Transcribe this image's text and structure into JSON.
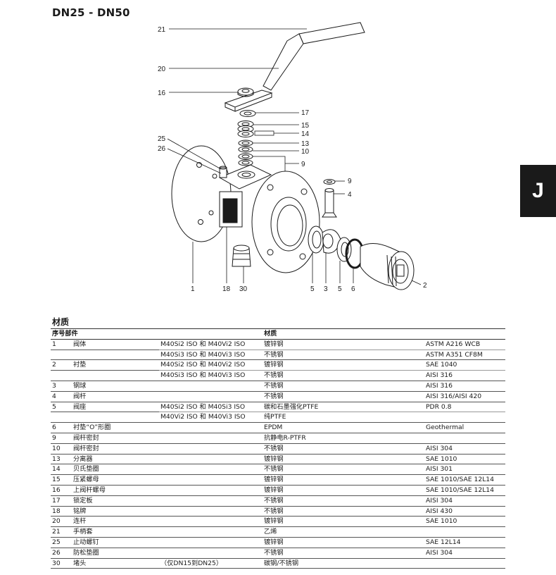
{
  "page_title": "DN25 - DN50",
  "side_tab": "J",
  "drawing_labels": {
    "l21": "21",
    "l20": "20",
    "l16": "16",
    "l17": "17",
    "l15": "15",
    "l14": "14",
    "l13": "13",
    "l10": "10",
    "l9a": "9",
    "l25": "25",
    "l26": "26",
    "l9b": "9",
    "l4": "4",
    "l1": "1",
    "l18": "18",
    "l30": "30",
    "l5a": "5",
    "l3": "3",
    "l5b": "5",
    "l6": "6",
    "l2": "2"
  },
  "materials": {
    "title": "材质",
    "headers": {
      "no_part": "序号部件",
      "material": "材质"
    },
    "rows": [
      {
        "no": "1",
        "part": "阀体",
        "variant": "M40Si2 ISO 和 M40Vi2 ISO",
        "material": "镀锌钢",
        "std": "ASTM A216 WCB"
      },
      {
        "no": "",
        "part": "",
        "variant": "M40Si3 ISO 和 M40Vi3 ISO",
        "material": "不锈钢",
        "std": "ASTM A351 CF8M"
      },
      {
        "no": "2",
        "part": "衬垫",
        "variant": "M40Si2 ISO 和 M40Vi2 ISO",
        "material": "镀锌钢",
        "std": "SAE 1040"
      },
      {
        "no": "",
        "part": "",
        "variant": "M40Si3 ISO 和 M40Vi3 ISO",
        "material": "不锈钢",
        "std": "AISI 316"
      },
      {
        "no": "3",
        "part": "钢球",
        "variant": "",
        "material": "不锈钢",
        "std": "AISI 316"
      },
      {
        "no": "4",
        "part": "阀杆",
        "variant": "",
        "material": "不锈钢",
        "std": "AISI 316/AISI 420"
      },
      {
        "no": "5",
        "part": "阀座",
        "variant": "M40Si2 ISO 和 M40Si3 ISO",
        "material": "碳和石墨强化PTFE",
        "std": "PDR 0.8"
      },
      {
        "no": "",
        "part": "",
        "variant": "M40Vi2 ISO 和 M40Vi3 ISO",
        "material": "纯PTFE",
        "std": ""
      },
      {
        "no": "6",
        "part": "衬垫“O”形圈",
        "variant": "",
        "material": "EPDM",
        "std": "Geothermal"
      },
      {
        "no": "9",
        "part": "阀杆密封",
        "variant": "",
        "material": "抗静电R-PTFR",
        "std": ""
      },
      {
        "no": "10",
        "part": "阀杆密封",
        "variant": "",
        "material": "不锈钢",
        "std": "AISI 304"
      },
      {
        "no": "13",
        "part": "分离器",
        "variant": "",
        "material": "镀锌钢",
        "std": "SAE 1010"
      },
      {
        "no": "14",
        "part": "贝氏垫圈",
        "variant": "",
        "material": "不锈钢",
        "std": "AISI 301"
      },
      {
        "no": "15",
        "part": "压紧螺母",
        "variant": "",
        "material": "镀锌钢",
        "std": "SAE 1010/SAE 12L14"
      },
      {
        "no": "16",
        "part": "上阀杆螺母",
        "variant": "",
        "material": "镀锌钢",
        "std": "SAE 1010/SAE 12L14"
      },
      {
        "no": "17",
        "part": "锁定板",
        "variant": "",
        "material": "不锈钢",
        "std": "AISI 304"
      },
      {
        "no": "18",
        "part": "铭牌",
        "variant": "",
        "material": "不锈钢",
        "std": "AISI 430"
      },
      {
        "no": "20",
        "part": "连杆",
        "variant": "",
        "material": "镀锌钢",
        "std": "SAE 1010"
      },
      {
        "no": "21",
        "part": "手柄套",
        "variant": "",
        "material": "乙烯",
        "std": ""
      },
      {
        "no": "25",
        "part": "止动螺钉",
        "variant": "",
        "material": "镀锌钢",
        "std": "SAE 12L14"
      },
      {
        "no": "26",
        "part": "防松垫圈",
        "variant": "",
        "material": "不锈钢",
        "std": "AISI 304"
      },
      {
        "no": "30",
        "part": "堵头",
        "variant": "（仅DN15到DN25）",
        "material": "碳钢/不锈钢",
        "std": ""
      }
    ]
  }
}
